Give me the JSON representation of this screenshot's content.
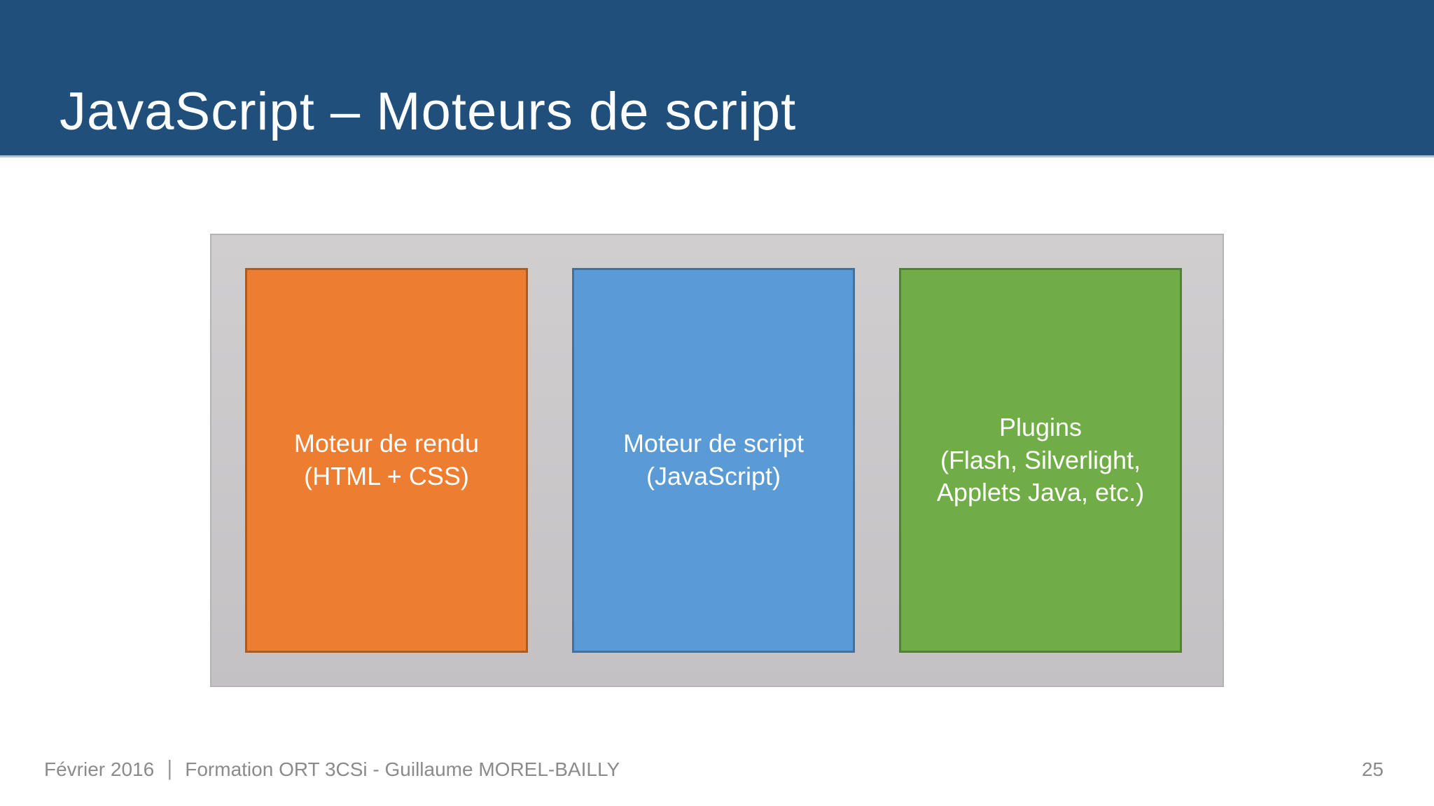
{
  "slide": {
    "title": "JavaScript – Moteurs de script",
    "page_number": "25"
  },
  "footer": {
    "date": "Février 2016",
    "separator": "|",
    "course": "Formation ORT 3CSi - Guillaume MOREL-BAILLY"
  },
  "diagram": {
    "boxes": [
      {
        "lines": [
          "Moteur de rendu",
          "(HTML + CSS)"
        ],
        "bg": "#ED7D31",
        "border": "#AE5B21"
      },
      {
        "lines": [
          "Moteur de script",
          "(JavaScript)"
        ],
        "bg": "#5B9BD5",
        "border": "#41719C"
      },
      {
        "lines": [
          "Plugins",
          "(Flash, Silverlight,",
          "Applets Java, etc.)"
        ],
        "bg": "#70AD47",
        "border": "#538135"
      }
    ]
  },
  "colors": {
    "header_bg": "#204F7C",
    "header_rule": "#B3C2D2",
    "title_text": "#FCFDFE",
    "container_bg": "#C9C7C8",
    "container_border": "#B4B2B4",
    "box_text": "#FFFFFF",
    "footer_text": "#8B8B8B"
  }
}
